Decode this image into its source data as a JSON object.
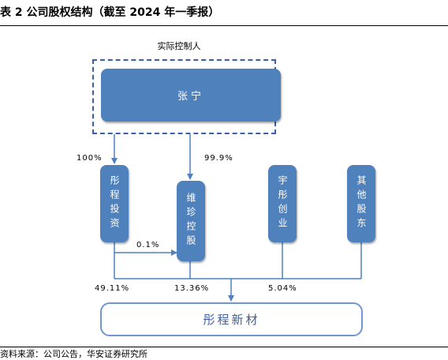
{
  "title": "表 2 公司股权结构（截至 2024 年一季报）",
  "actual_controller_label": "实际控制人",
  "person": "张宁",
  "entities": {
    "yingcheng_touzi": "彤程投资",
    "weizhen_konggu": "维珍控股",
    "yuying_chuangye": "宇彤创业",
    "qita_gudong": "其他股东"
  },
  "percentages": {
    "zhang_to_yingcheng": "100%",
    "zhang_to_weizhen": "99.9%",
    "yingcheng_to_weizhen": "0.1%",
    "yingcheng_to_target": "49.11%",
    "weizhen_to_target": "13.36%",
    "yuying_to_target": "5.04%"
  },
  "target_company": "彤程新材",
  "footer": "资料来源：公司公告，华安证券研究所"
}
